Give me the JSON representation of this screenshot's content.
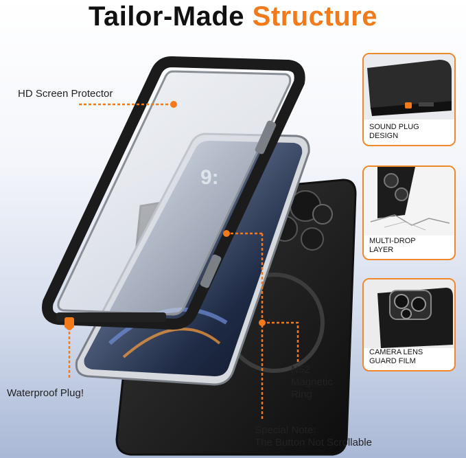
{
  "title": {
    "main": "Tailor-Made",
    "accent": "Structure"
  },
  "callouts": {
    "hd_screen": "HD Screen Protector",
    "waterproof": "Waterproof Plug!",
    "magnetic_1": "N52",
    "magnetic_2": "Magnetic",
    "magnetic_3": "Ring",
    "note_1": "Special Note:",
    "note_2": "The Button Not Scrollable"
  },
  "phone_screen": {
    "time": "9:"
  },
  "cards": [
    {
      "line1": "SOUND PLUG",
      "line2": "DESIGN"
    },
    {
      "line1": "MULTI-DROP",
      "line2": "LAYER"
    },
    {
      "line1": "CAMERA LENS",
      "line2": "GUARD FILM"
    }
  ],
  "colors": {
    "accent": "#f27a1a",
    "frame": "#1b1b1b",
    "screen": "#2a3650"
  }
}
